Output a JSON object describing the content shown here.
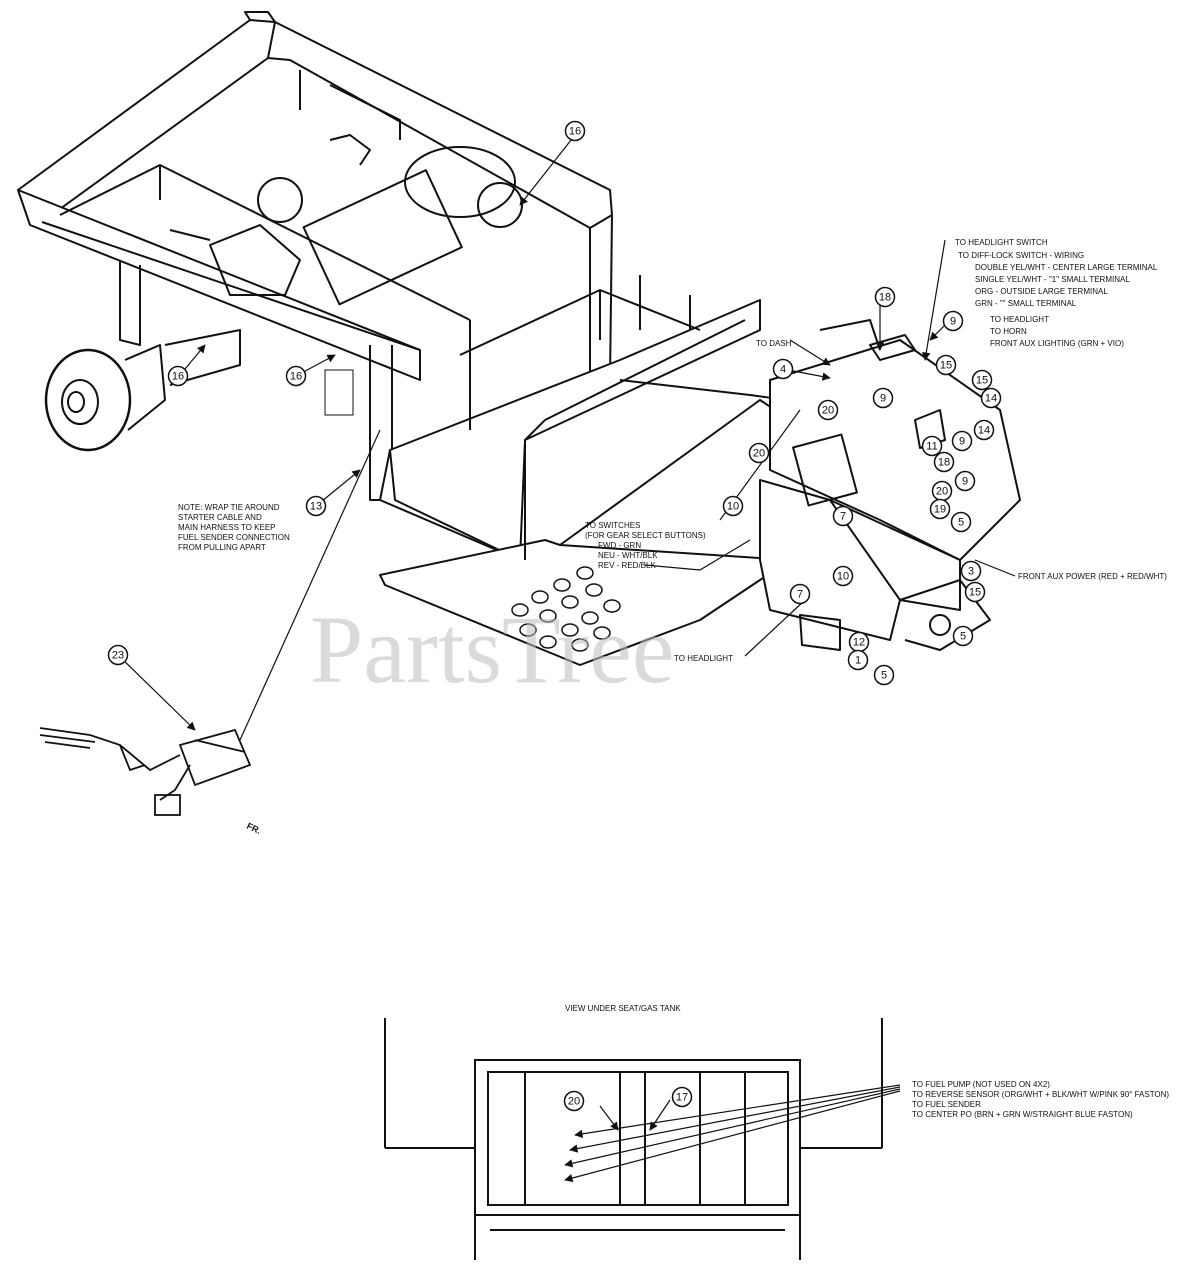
{
  "watermark": "PartsTree",
  "callouts": [
    {
      "num": "16"
    },
    {
      "num": "16"
    },
    {
      "num": "16"
    },
    {
      "num": "13"
    },
    {
      "num": "23"
    },
    {
      "num": "18"
    },
    {
      "num": "9"
    },
    {
      "num": "4"
    },
    {
      "num": "20"
    },
    {
      "num": "9"
    },
    {
      "num": "15"
    },
    {
      "num": "15"
    },
    {
      "num": "14"
    },
    {
      "num": "14"
    },
    {
      "num": "9"
    },
    {
      "num": "11"
    },
    {
      "num": "18"
    },
    {
      "num": "20"
    },
    {
      "num": "9"
    },
    {
      "num": "19"
    },
    {
      "num": "5"
    },
    {
      "num": "20"
    },
    {
      "num": "10"
    },
    {
      "num": "7"
    },
    {
      "num": "10"
    },
    {
      "num": "7"
    },
    {
      "num": "3"
    },
    {
      "num": "15"
    },
    {
      "num": "5"
    },
    {
      "num": "12"
    },
    {
      "num": "1"
    },
    {
      "num": "5"
    },
    {
      "num": "20"
    },
    {
      "num": "17"
    }
  ],
  "notes": {
    "headlight_switch": [
      "TO HEADLIGHT SWITCH",
      "TO DIFF-LOCK SWITCH - WIRING",
      "DOUBLE YEL/WHT - CENTER LARGE TERMINAL",
      "SINGLE YEL/WHT - \"1\" SMALL TERMINAL",
      "ORG - OUTSIDE LARGE TERMINAL",
      "GRN - \"\" SMALL TERMINAL"
    ],
    "headlight_horn": [
      "TO HEADLIGHT",
      "TO HORN",
      "FRONT AUX LIGHTING (GRN + VIO)"
    ],
    "to_dash": "TO DASH",
    "wrap": [
      "NOTE: WRAP TIE AROUND",
      "STARTER CABLE AND",
      "MAIN HARNESS TO KEEP",
      "FUEL SENDER CONNECTION",
      "FROM PULLING APART"
    ],
    "switches": [
      "TO SWITCHES",
      "(FOR GEAR SELECT BUTTONS)",
      "FWD - GRN",
      "NEU - WHT/BLK",
      "REV - RED/BLK"
    ],
    "front_aux_power": "FRONT AUX POWER (RED + RED/WHT)",
    "to_headlight": "TO HEADLIGHT",
    "front_marker": "FR.",
    "view_title": "VIEW UNDER SEAT/GAS TANK",
    "fuel_pump": [
      "TO FUEL PUMP (NOT USED ON 4X2)",
      "TO REVERSE SENSOR (ORG/WHT + BLK/WHT W/PINK 90° FASTON)",
      "TO FUEL SENDER",
      "TO CENTER PO (BRN + GRN W/STRAIGHT BLUE FASTON)"
    ]
  }
}
